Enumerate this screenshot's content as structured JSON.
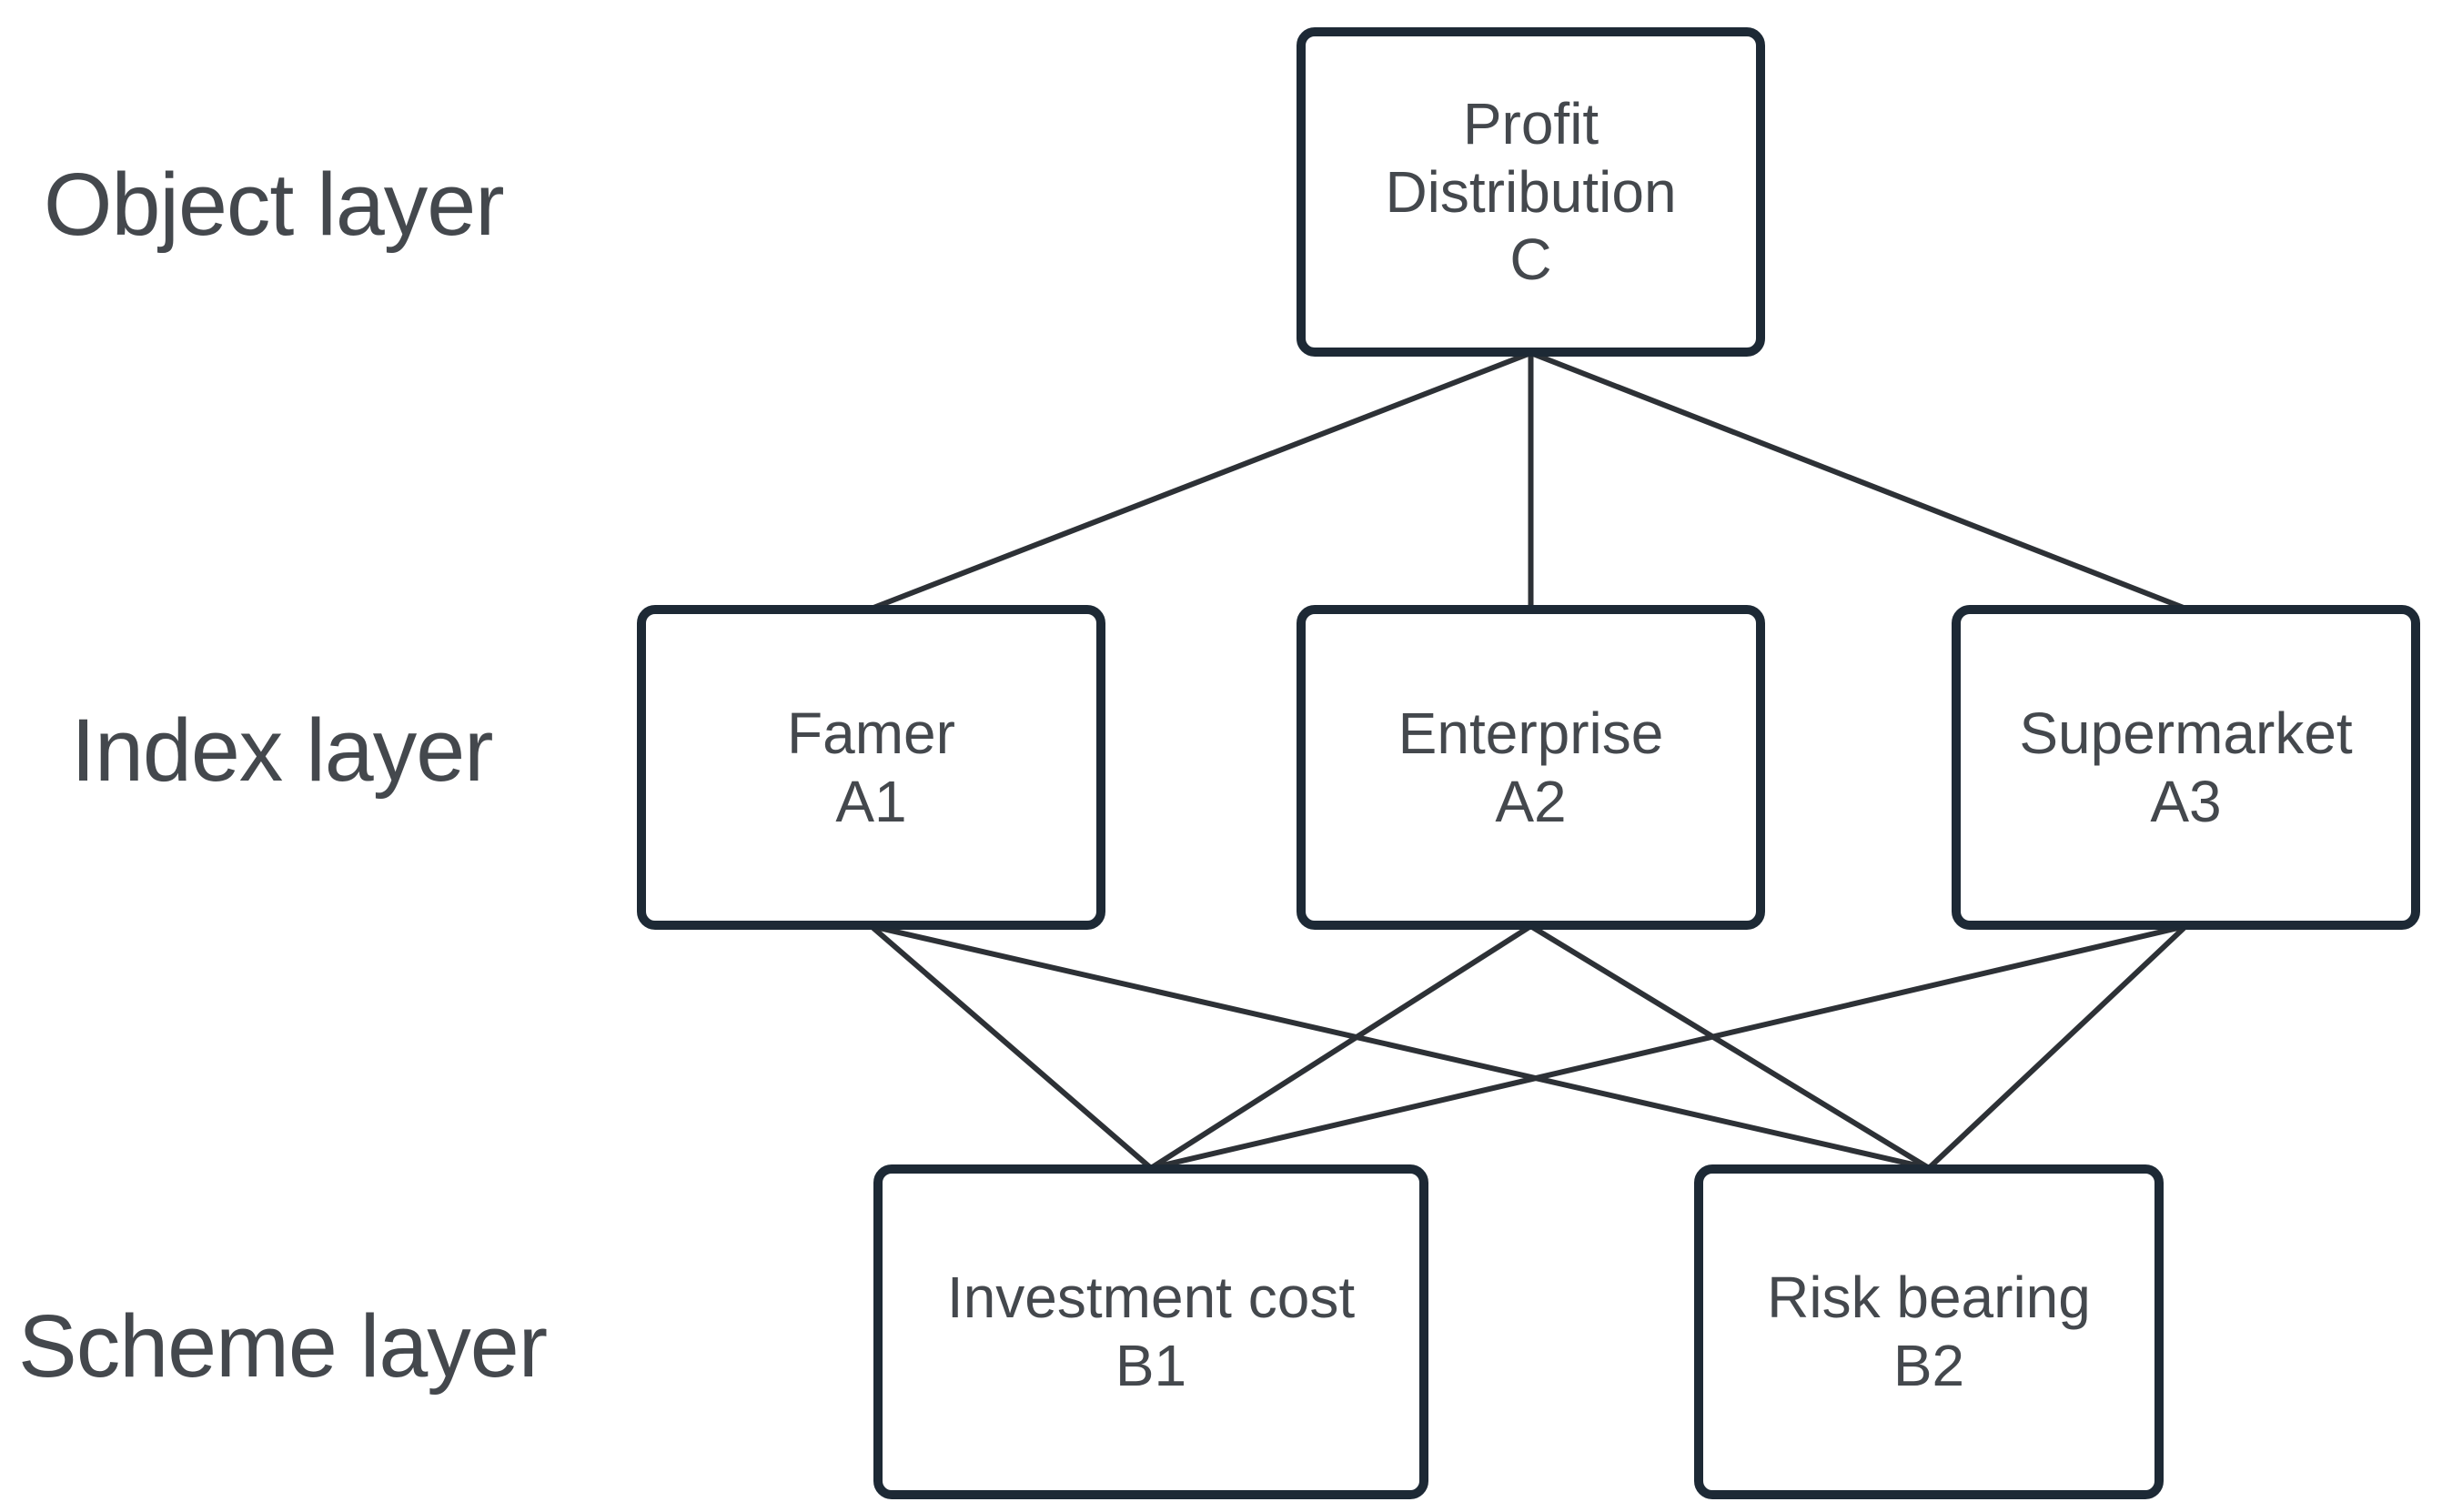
{
  "colors": {
    "background": "#ffffff",
    "box_border": "#1d2935",
    "box_fill": "#ffffff",
    "connector": "#2d3136",
    "text": "#44484d"
  },
  "layers": [
    {
      "id": "object",
      "label": "Object layer"
    },
    {
      "id": "index",
      "label": "Index layer"
    },
    {
      "id": "scheme",
      "label": "Scheme layer"
    }
  ],
  "nodes": {
    "C": {
      "label": "Profit\nDistribution\nC",
      "layer": "object"
    },
    "A1": {
      "label": "Famer\nA1",
      "layer": "index"
    },
    "A2": {
      "label": "Enterprise\nA2",
      "layer": "index"
    },
    "A3": {
      "label": "Supermarket\nA3",
      "layer": "index"
    },
    "B1": {
      "label": "Investment cost\nB1",
      "layer": "scheme"
    },
    "B2": {
      "label": "Risk bearing\nB2",
      "layer": "scheme"
    }
  },
  "edges": [
    {
      "from": "C",
      "to": "A1"
    },
    {
      "from": "C",
      "to": "A2"
    },
    {
      "from": "C",
      "to": "A3"
    },
    {
      "from": "A1",
      "to": "B1"
    },
    {
      "from": "A1",
      "to": "B2"
    },
    {
      "from": "A2",
      "to": "B1"
    },
    {
      "from": "A2",
      "to": "B2"
    },
    {
      "from": "A3",
      "to": "B1"
    },
    {
      "from": "A3",
      "to": "B2"
    }
  ]
}
